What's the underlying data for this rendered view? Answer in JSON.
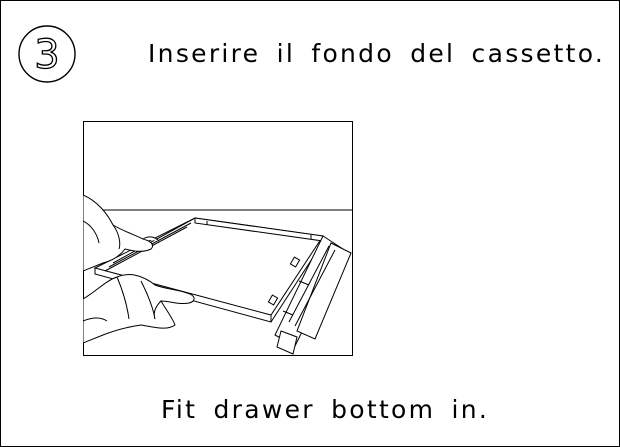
{
  "step": {
    "number": "3"
  },
  "instructions": {
    "italian": "Inserire il fondo del cassetto.",
    "english": "Fit drawer bottom in."
  },
  "colors": {
    "ink": "#000000",
    "paper": "#ffffff"
  },
  "icons": {
    "step_badge": "circled-number-icon",
    "illustration": "drawer-bottom-insertion-illustration"
  }
}
